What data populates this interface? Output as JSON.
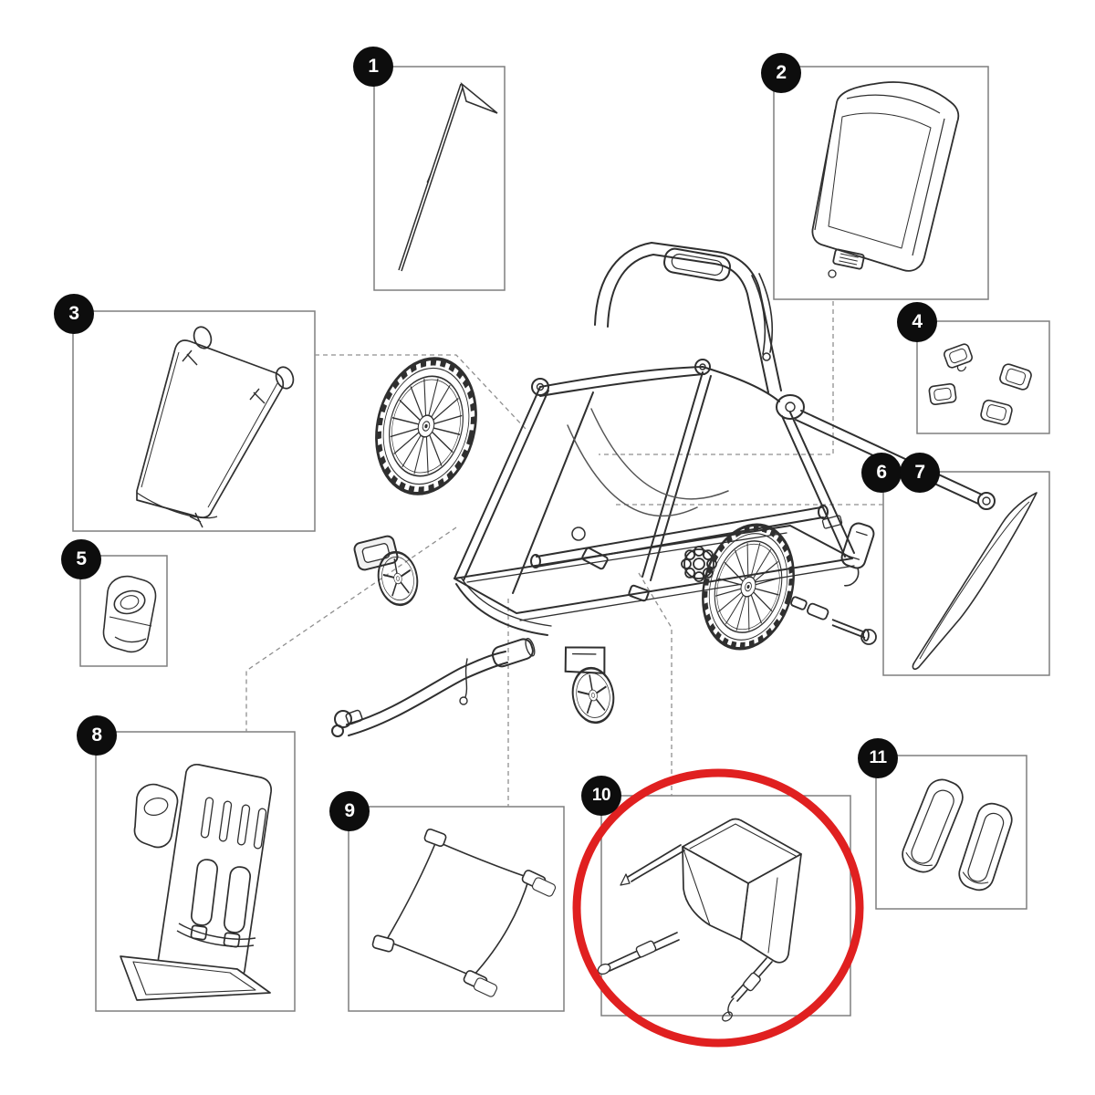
{
  "diagram": {
    "kind": "exploded-parts-diagram",
    "parts": [
      {
        "number": "1",
        "icon": "safety-flag-icon"
      },
      {
        "number": "2",
        "icon": "rear-cover-panel-icon"
      },
      {
        "number": "3",
        "icon": "canopy-wire-frame-icon"
      },
      {
        "number": "4",
        "icon": "clip-set-icon"
      },
      {
        "number": "5",
        "icon": "receiver-bracket-icon"
      },
      {
        "number": "6",
        "icon": "side-sliver-panel-icon"
      },
      {
        "number": "7",
        "icon": "side-sliver-panel-icon"
      },
      {
        "number": "8",
        "icon": "seat-assembly-icon"
      },
      {
        "number": "9",
        "icon": "fabric-panel-icon"
      },
      {
        "number": "10",
        "icon": "cargo-bag-icon"
      },
      {
        "number": "11",
        "icon": "handle-pad-set-icon"
      }
    ],
    "highlight": {
      "part": "10",
      "color": "#e02020"
    },
    "colors": {
      "line": "#2f2f2f",
      "box_border": "#7f7f7f",
      "dashed": "#8f8f8f",
      "badge_bg": "#0d0d0d"
    }
  }
}
